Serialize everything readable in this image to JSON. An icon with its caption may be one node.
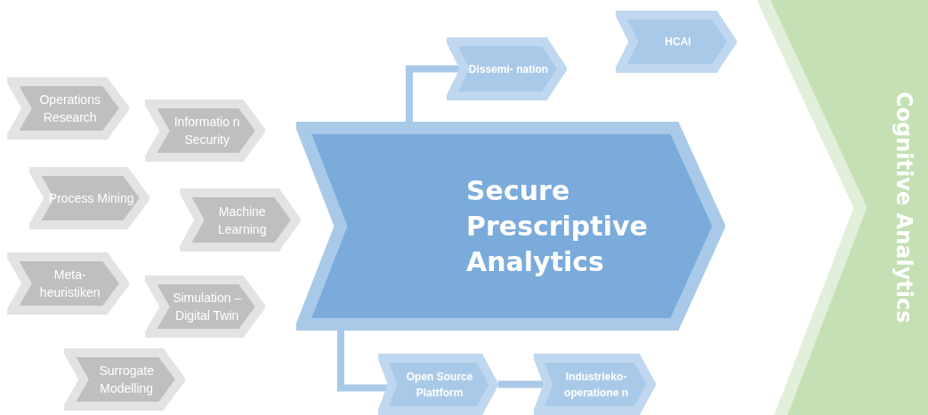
{
  "diagram": {
    "nodes": [
      {
        "text": [
          "Operations Research"
        ]
      },
      {
        "text": [
          "Informatio n Security"
        ]
      },
      {
        "text": [
          "Process Mining"
        ]
      },
      {
        "text": [
          "Machine Learning"
        ]
      },
      {
        "text": [
          "Meta- heuristiken"
        ]
      },
      {
        "text": [
          "Simulation – Digital Twin"
        ]
      },
      {
        "text": [
          "Surrogate Modelling"
        ]
      },
      {
        "text": [
          "Secure Prescriptive Analytics"
        ]
      },
      {
        "text": [
          "Dissemi- nation"
        ]
      },
      {
        "text": [
          "HCAI"
        ]
      },
      {
        "text": [
          "Open Source Plattform"
        ]
      },
      {
        "text": [
          "Industrieko- operatione n"
        ]
      },
      {
        "text": [
          "Cognitive Analytics"
        ]
      }
    ],
    "edges": [
      {
        "from": 7,
        "to": 8,
        "arrow": "none"
      },
      {
        "from": 7,
        "to": 10,
        "arrow": "none"
      },
      {
        "from": 10,
        "to": 11,
        "arrow": "none"
      }
    ]
  }
}
